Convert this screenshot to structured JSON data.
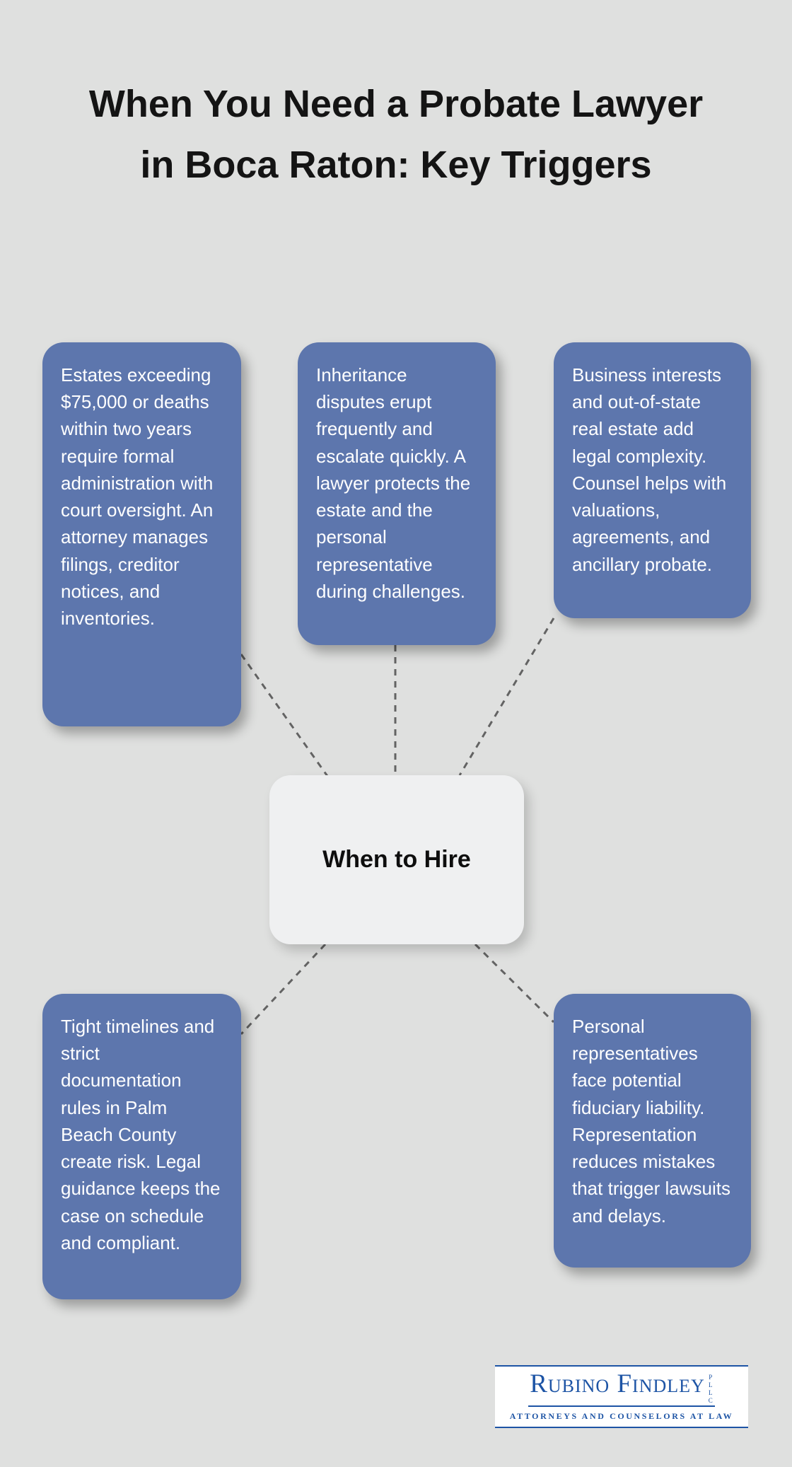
{
  "title": "When You Need a Probate Lawyer in Boca Raton: Key Triggers",
  "center": {
    "label": "When to Hire"
  },
  "nodes": [
    {
      "id": "formal-administration",
      "text": "Estates exceeding $75,000 or deaths within two years require formal administration with court oversight. An attorney manages filings, creditor notices, and inventories."
    },
    {
      "id": "inheritance-disputes",
      "text": "Inheritance disputes erupt frequently and escalate quickly. A lawyer protects the estate and the personal representative during challenges."
    },
    {
      "id": "business-interests",
      "text": "Business interests and out-of-state real estate add legal complexity. Counsel helps with valuations, agreements, and ancillary probate."
    },
    {
      "id": "tight-timelines",
      "text": "Tight timelines and strict documentation rules in Palm Beach County create risk. Legal guidance keeps the case on schedule and compliant."
    },
    {
      "id": "fiduciary-liability",
      "text": "Personal representatives face potential fiduciary liability. Representation reduces mistakes that trigger lawsuits and delays."
    }
  ],
  "logo": {
    "name": "Rubino Findley",
    "suffix": "PLLC",
    "tagline": "ATTORNEYS AND COUNSELORS AT LAW"
  },
  "colors": {
    "background": "#dfe0df",
    "node": "#5d76ad",
    "node_text": "#ffffff",
    "center_bg": "#eff0f1",
    "line": "#636363",
    "logo_blue": "#1d54a5"
  }
}
